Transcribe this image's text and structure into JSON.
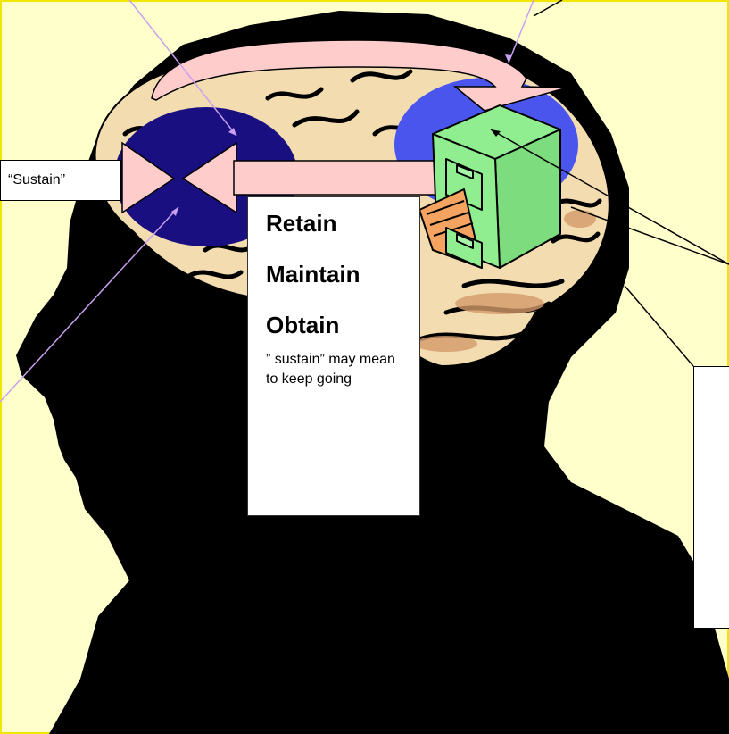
{
  "labels": {
    "sustain": "“Sustain”",
    "retain": "Retain",
    "maintain": "Maintain",
    "obtain": "Obtain",
    "note": "” sustain” may mean to keep going"
  },
  "colors": {
    "background": "#ffffcc",
    "frame": "#f2e600",
    "silhouette": "#000000",
    "brain": "#f3dcb0",
    "left_lobe": "#1a0f80",
    "right_lobe": "#4a55ee",
    "arrow_pink": "#ffcccc",
    "cabinet_green": "#90ee90",
    "folder_orange": "#f4a460",
    "pointer_line": "#c9a0f0"
  },
  "icons": [
    "head-silhouette",
    "brain-illustration",
    "filing-cabinet-icon",
    "curved-arrow",
    "cross-arrow"
  ]
}
